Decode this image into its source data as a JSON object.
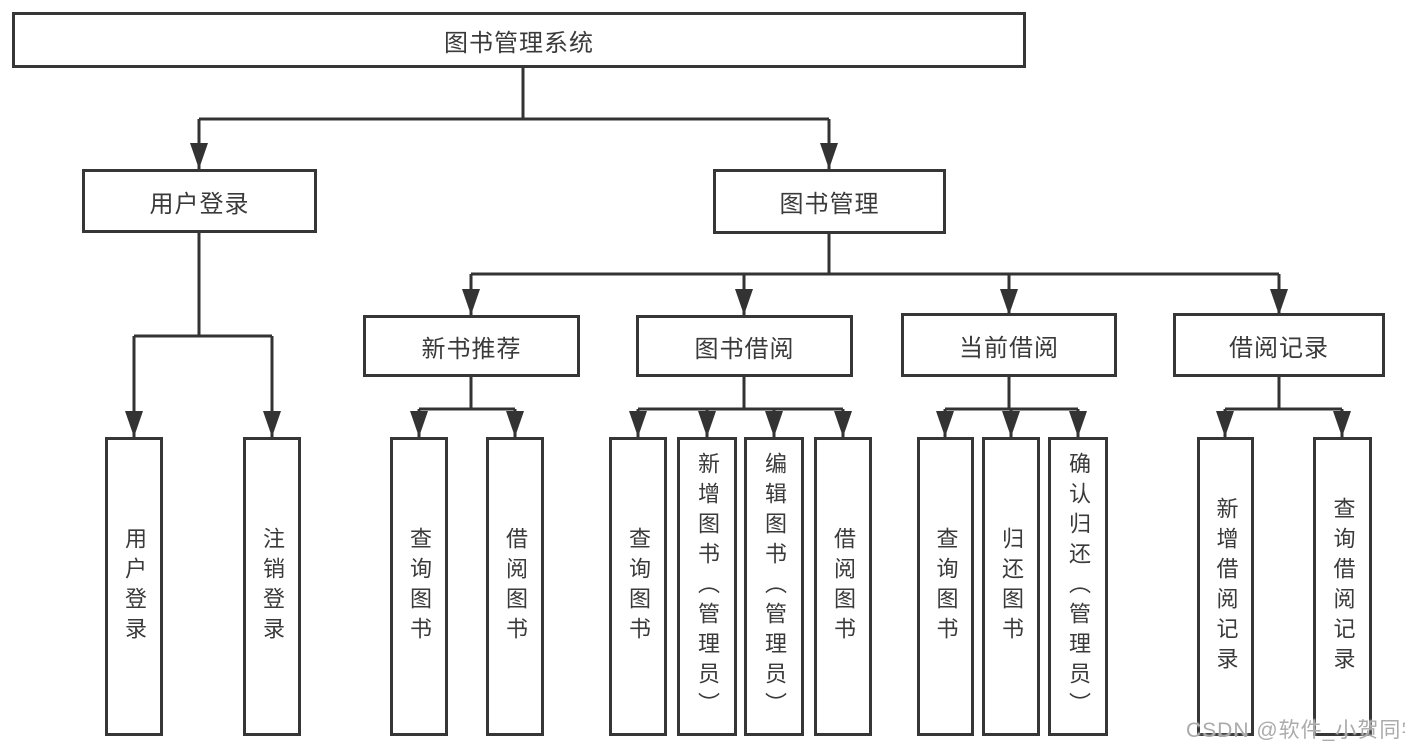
{
  "tree": {
    "label": "图书管理系统",
    "children": [
      {
        "label": "用户登录",
        "children": [
          {
            "label": "用户登录"
          },
          {
            "label": "注销登录"
          }
        ]
      },
      {
        "label": "图书管理",
        "children": [
          {
            "label": "新书推荐",
            "children": [
              {
                "label": "查询图书"
              },
              {
                "label": "借阅图书"
              }
            ]
          },
          {
            "label": "图书借阅",
            "children": [
              {
                "label": "查询图书"
              },
              {
                "label": "新增图书（管理员）"
              },
              {
                "label": "编辑图书（管理员）"
              },
              {
                "label": "借阅图书"
              }
            ]
          },
          {
            "label": "当前借阅",
            "children": [
              {
                "label": "查询图书"
              },
              {
                "label": "归还图书"
              },
              {
                "label": "确认归还（管理员）"
              }
            ]
          },
          {
            "label": "借阅记录",
            "children": [
              {
                "label": "新增借阅记录"
              },
              {
                "label": "查询借阅记录"
              }
            ]
          }
        ]
      }
    ]
  },
  "watermark": {
    "text": "CSDN @软件_小贺同学"
  },
  "colors": {
    "line": "#333333",
    "border": "#363636",
    "text": "#3a3a3a",
    "watermark": "#ababab",
    "background": "#ffffff"
  }
}
